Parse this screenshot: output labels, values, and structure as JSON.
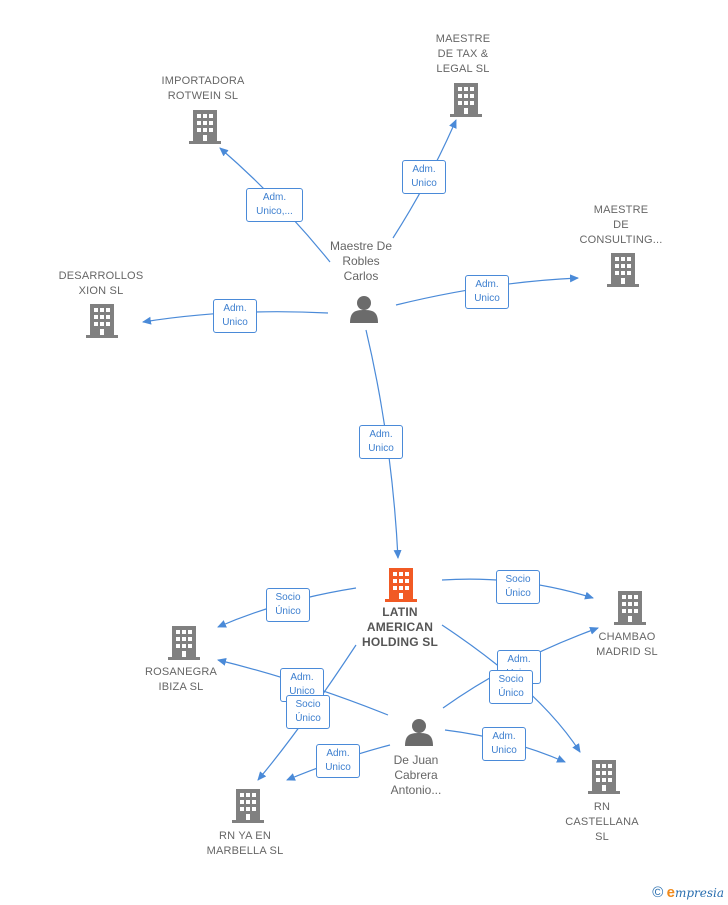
{
  "colors": {
    "edge": "#4a8ad8",
    "building": "#808080",
    "building_main": "#f15a24",
    "person": "#6b6b6b",
    "label": "#666666"
  },
  "nodes": {
    "importadora": {
      "label": "IMPORTADORA\nROTWEIN  SL",
      "icon": "building-icon"
    },
    "maestre_tax": {
      "label": "MAESTRE\nDE TAX &\nLEGAL  SL",
      "icon": "building-icon"
    },
    "maestre_consulting": {
      "label": "MAESTRE\nDE\nCONSULTING...",
      "icon": "building-icon"
    },
    "desarrollos": {
      "label": "DESARROLLOS\nXION  SL",
      "icon": "building-icon"
    },
    "latin_american": {
      "label": "LATIN\nAMERICAN\nHOLDING  SL",
      "icon": "building-icon"
    },
    "rosanegra": {
      "label": "ROSANEGRA\nIBIZA  SL",
      "icon": "building-icon"
    },
    "chambao": {
      "label": "CHAMBAO\nMADRID  SL",
      "icon": "building-icon"
    },
    "rn_marbella": {
      "label": "RN YA EN\nMARBELLA  SL",
      "icon": "building-icon"
    },
    "rn_castellana": {
      "label": "RN\nCASTELLANA\nSL",
      "icon": "building-icon"
    },
    "maestre_person": {
      "label": "Maestre De\nRobles\nCarlos",
      "icon": "person-icon"
    },
    "dejuan_person": {
      "label": "De Juan\nCabrera\nAntonio...",
      "icon": "person-icon"
    }
  },
  "edges": {
    "e1": "Adm.\nUnico,...",
    "e2": "Adm.\nUnico",
    "e3": "Adm.\nUnico",
    "e4": "Adm.\nUnico",
    "e5": "Adm.\nUnico",
    "e6": "Socio\nÚnico",
    "e7": "Socio\nÚnico",
    "e8": "Adm.\nUnico",
    "e9": "Socio\nÚnico",
    "e10": "Adm.\nUnico",
    "e11": "Socio\nÚnico",
    "e12": "Adm.\nUnico",
    "e13": "Adm.\nUnico"
  },
  "footer": {
    "copyright": "©",
    "brand_initial": "e",
    "brand_rest": "mpresia"
  }
}
